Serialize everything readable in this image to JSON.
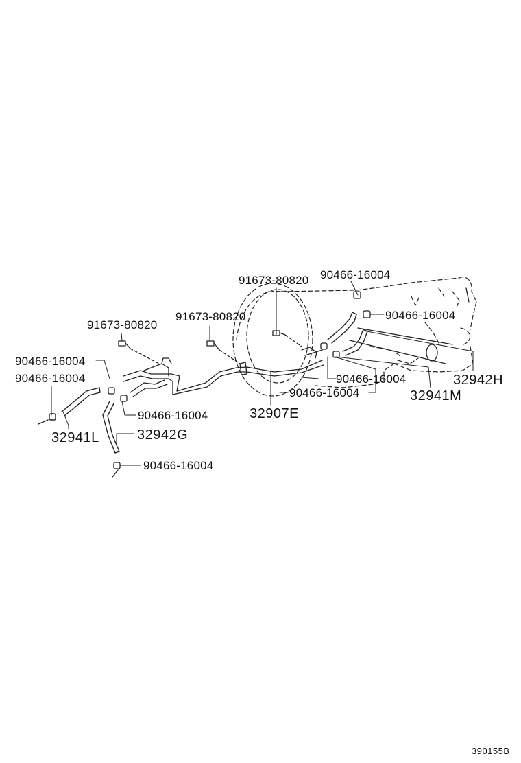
{
  "callouts": {
    "bolt_center": "91673-80820",
    "clamp_top": "90466-16004",
    "clamp_top_right": "90466-16004",
    "bolt_left": "91673-80820",
    "bolt_mid": "91673-80820",
    "clamp_left_1": "90466-16004",
    "clamp_left_2": "90466-16004",
    "clamp_right_1": "90466-16004",
    "clamp_right_2": "90466-16004",
    "clamp_mid_lower": "90466-16004",
    "clamp_bottom": "90466-16004"
  },
  "parts": {
    "hose_right_upper": "32942H",
    "hose_right_lower": "32941M",
    "pipe_assembly": "32907E",
    "hose_left_lower": "32941L",
    "hose_left_upper": "32942G"
  },
  "diagram_code": "390155B"
}
